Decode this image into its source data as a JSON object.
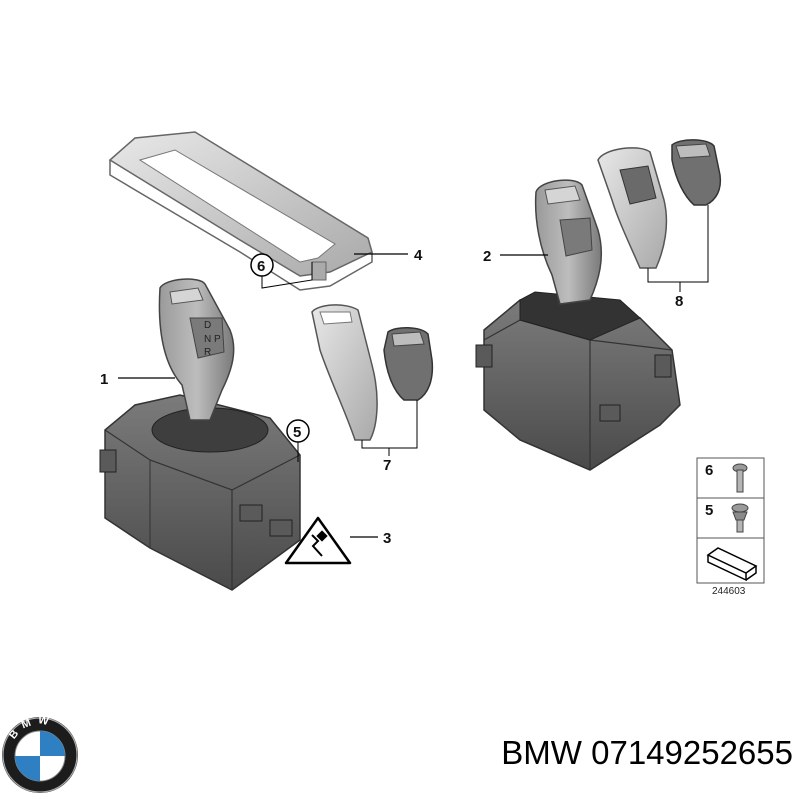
{
  "callouts": {
    "c1": "1",
    "c2": "2",
    "c3": "3",
    "c4": "4",
    "c5": "5",
    "c6": "6",
    "c7": "7",
    "c8": "8"
  },
  "legend": {
    "row6": "6",
    "row5": "5",
    "diagram_number": "244603"
  },
  "shifter_symbols": {
    "top": "D",
    "middle": "N",
    "bottom": "R",
    "side": "P"
  },
  "logo": {
    "letters": "BMW"
  },
  "caption": {
    "brand": "BMW",
    "part_number": "07149252655"
  },
  "colors": {
    "housing": "#6a6a6a",
    "housing_dark": "#4c4c4c",
    "lever": "#8a8a8a",
    "trim": "#cfcfcf",
    "logo_blue": "#2f7fc3"
  }
}
